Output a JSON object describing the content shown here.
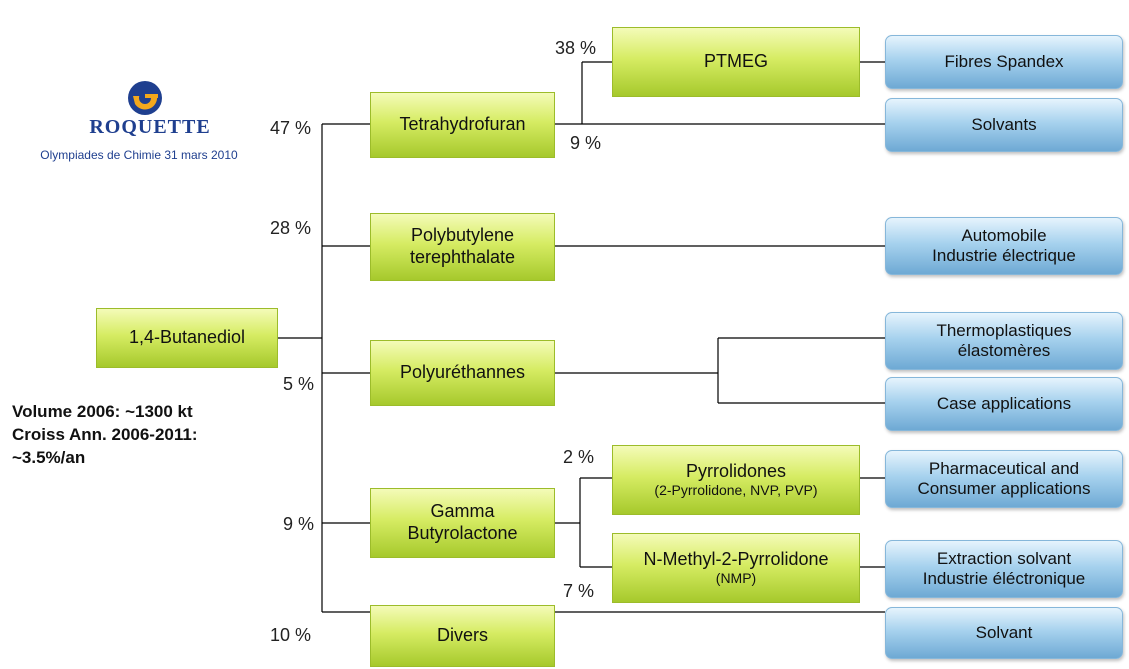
{
  "logo": {
    "name": "ROQUETTE",
    "subtitle": "Olympiades de Chimie 31 mars 2010",
    "icon": "roquette-logo-icon",
    "colors": {
      "blue": "#1f3f8f",
      "orange": "#f4a81c"
    }
  },
  "info": {
    "line1": "Volume  2006:  ~1300 kt",
    "line2": "Croiss Ann. 2006-2011:",
    "line3": "~3.5%/an"
  },
  "root": {
    "label": "1,4-Butanediol"
  },
  "intermediates": {
    "thf": "Tetrahydrofuran",
    "pbt_line1": "Polybutylene",
    "pbt_line2": "terephthalate",
    "pu": "Polyuréthannes",
    "gbl_line1": "Gamma",
    "gbl_line2": "Butyrolactone",
    "divers": "Divers",
    "ptmeg": "PTMEG",
    "pyrr_line1": "Pyrrolidones",
    "pyrr_line2": "(2-Pyrrolidone, NVP, PVP)",
    "nmp_line1": "N-Methyl-2-Pyrrolidone",
    "nmp_line2": "(NMP)"
  },
  "applications": {
    "spandex": "Fibres Spandex",
    "solvants": "Solvants",
    "auto_line1": "Automobile",
    "auto_line2": "Industrie électrique",
    "thermo_line1": "Thermoplastiques",
    "thermo_line2": "élastomères",
    "case": "Case applications",
    "pharma_line1": "Pharmaceutical and",
    "pharma_line2": "Consumer applications",
    "extract_line1": "Extraction solvant",
    "extract_line2": "Industrie éléctronique",
    "solvant": "Solvant"
  },
  "shares": {
    "thf": "47 %",
    "pbt": "28 %",
    "pu": "5 %",
    "gbl": "9 %",
    "divers": "10 %",
    "ptmeg": "38 %",
    "thf_solvants": "9 %",
    "pyrr": "2 %",
    "nmp": "7 %"
  },
  "colors": {
    "green_box": "#cfe65a",
    "blue_box": "#9fcbea",
    "logo_text": "#1f3f8f",
    "line": "#000000"
  }
}
